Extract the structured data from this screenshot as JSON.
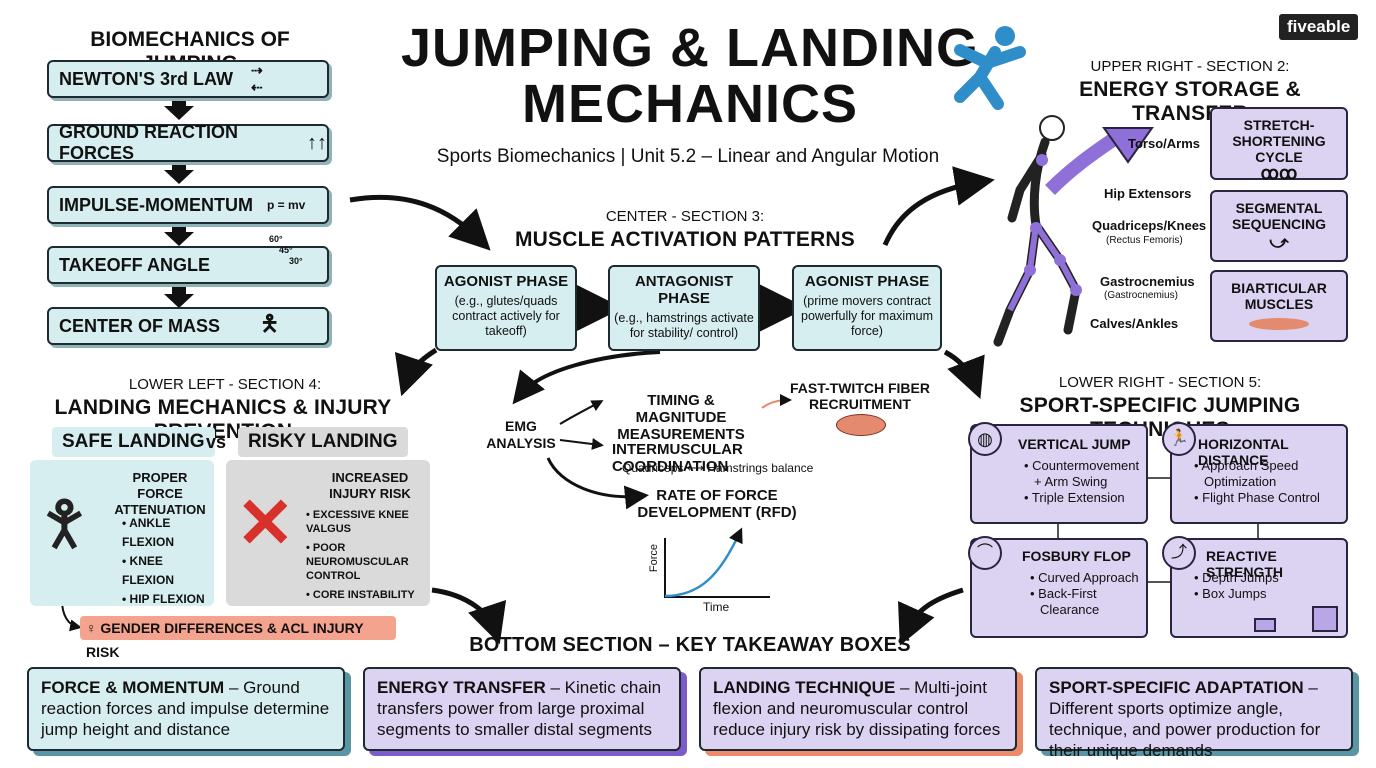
{
  "title_line1": "JUMPING & LANDING",
  "title_line2": "MECHANICS",
  "subtitle": "Sports Biomechanics | Unit 5.2 – Linear and Angular Motion",
  "logo": "fiveable",
  "left": {
    "heading": "BIOMECHANICS OF JUMPING",
    "items": [
      {
        "label": "NEWTON'S 3rd LAW"
      },
      {
        "label": "GROUND REACTION FORCES"
      },
      {
        "label": "IMPULSE-MOMENTUM",
        "extra": "p = mv"
      },
      {
        "label": "TAKEOFF ANGLE",
        "angles": [
          "60°",
          "45°",
          "30°"
        ]
      },
      {
        "label": "CENTER OF MASS"
      }
    ]
  },
  "center": {
    "section_small": "CENTER - SECTION 3:",
    "section_title": "MUSCLE ACTIVATION PATTERNS",
    "phases": [
      {
        "title": "AGONIST PHASE",
        "body": "(e.g., glutes/quads contract actively for takeoff)"
      },
      {
        "title": "ANTAGONIST PHASE",
        "body": "(e.g., hamstrings activate for stability/ control)"
      },
      {
        "title": "AGONIST PHASE",
        "body": "(prime movers contract powerfully for maximum force)"
      }
    ],
    "emg_label": "EMG ANALYSIS",
    "timing": "TIMING & MAGNITUDE MEASUREMENTS",
    "fast_twitch": "FAST-TWITCH FIBER RECRUITMENT",
    "intermuscular": "INTERMUSCULAR COORDINATION",
    "balance": "Quadriceps ⟷ Hamstrings balance",
    "rfd": "RATE OF FORCE DEVELOPMENT (RFD)",
    "graph_y": "Force",
    "graph_x": "Time"
  },
  "upper_right": {
    "section_small": "UPPER RIGHT - SECTION 2:",
    "section_title": "ENERGY STORAGE & TRANSFER",
    "body_labels": [
      "Torso/Arms",
      "Hip Extensors",
      "Quadriceps/Knees",
      "(Rectus Femoris)",
      "Gastrocnemius",
      "(Gastrocnemius)",
      "Calves/Ankles"
    ],
    "boxes": [
      "STRETCH-SHORTENING CYCLE",
      "SEGMENTAL SEQUENCING",
      "BIARTICULAR MUSCLES"
    ]
  },
  "lower_left": {
    "section_small": "LOWER LEFT - SECTION 4:",
    "section_title": "LANDING MECHANICS & INJURY PREVENTION",
    "safe": "SAFE LANDING",
    "vs": "vs",
    "risky": "RISKY LANDING",
    "safe_title": "PROPER FORCE ATTENUATION",
    "safe_items": [
      "• ANKLE FLEXION",
      "• KNEE FLEXION",
      "• HIP FLEXION"
    ],
    "risky_title": "INCREASED INJURY RISK",
    "risky_items": [
      "• EXCESSIVE KNEE VALGUS",
      "• POOR NEUROMUSCULAR CONTROL",
      "• CORE INSTABILITY"
    ],
    "gender": "♀ GENDER DIFFERENCES & ACL INJURY RISK"
  },
  "lower_right": {
    "section_small": "LOWER RIGHT - SECTION 5:",
    "section_title": "SPORT-SPECIFIC JUMPING TECHNIQUES",
    "techniques": [
      {
        "title": "VERTICAL JUMP",
        "items": [
          "• Countermovement",
          "+ Arm Swing",
          "• Triple Extension"
        ]
      },
      {
        "title": "HORIZONTAL DISTANCE",
        "items": [
          "• Approach Speed",
          "Optimization",
          "• Flight Phase Control"
        ]
      },
      {
        "title": "FOSBURY FLOP",
        "items": [
          "• Curved Approach",
          "• Back-First",
          "Clearance"
        ]
      },
      {
        "title": "REACTIVE STRENGTH",
        "items": [
          "• Depth Jumps",
          "• Box Jumps"
        ]
      }
    ]
  },
  "bottom": {
    "heading": "BOTTOM SECTION – KEY TAKEAWAY BOXES",
    "boxes": [
      {
        "title": "FORCE & MOMENTUM",
        "body": " – Ground reaction forces and impulse determine jump height and distance"
      },
      {
        "title": "ENERGY TRANSFER",
        "body": " – Kinetic chain transfers power from large proximal segments to smaller distal segments"
      },
      {
        "title": "LANDING TECHNIQUE",
        "body": " – Multi-joint flexion and neuromuscular control reduce injury risk by dissipating forces"
      },
      {
        "title": "SPORT-SPECIFIC ADAPTATION",
        "body": " – Different sports optimize angle, technique, and power production for their unique demands"
      }
    ]
  },
  "colors": {
    "teal": "#d7eef0",
    "purple": "#dcd3f2",
    "salmon": "#f4a48e",
    "gray": "#dadada",
    "accent_blue": "#2f8ec9"
  }
}
